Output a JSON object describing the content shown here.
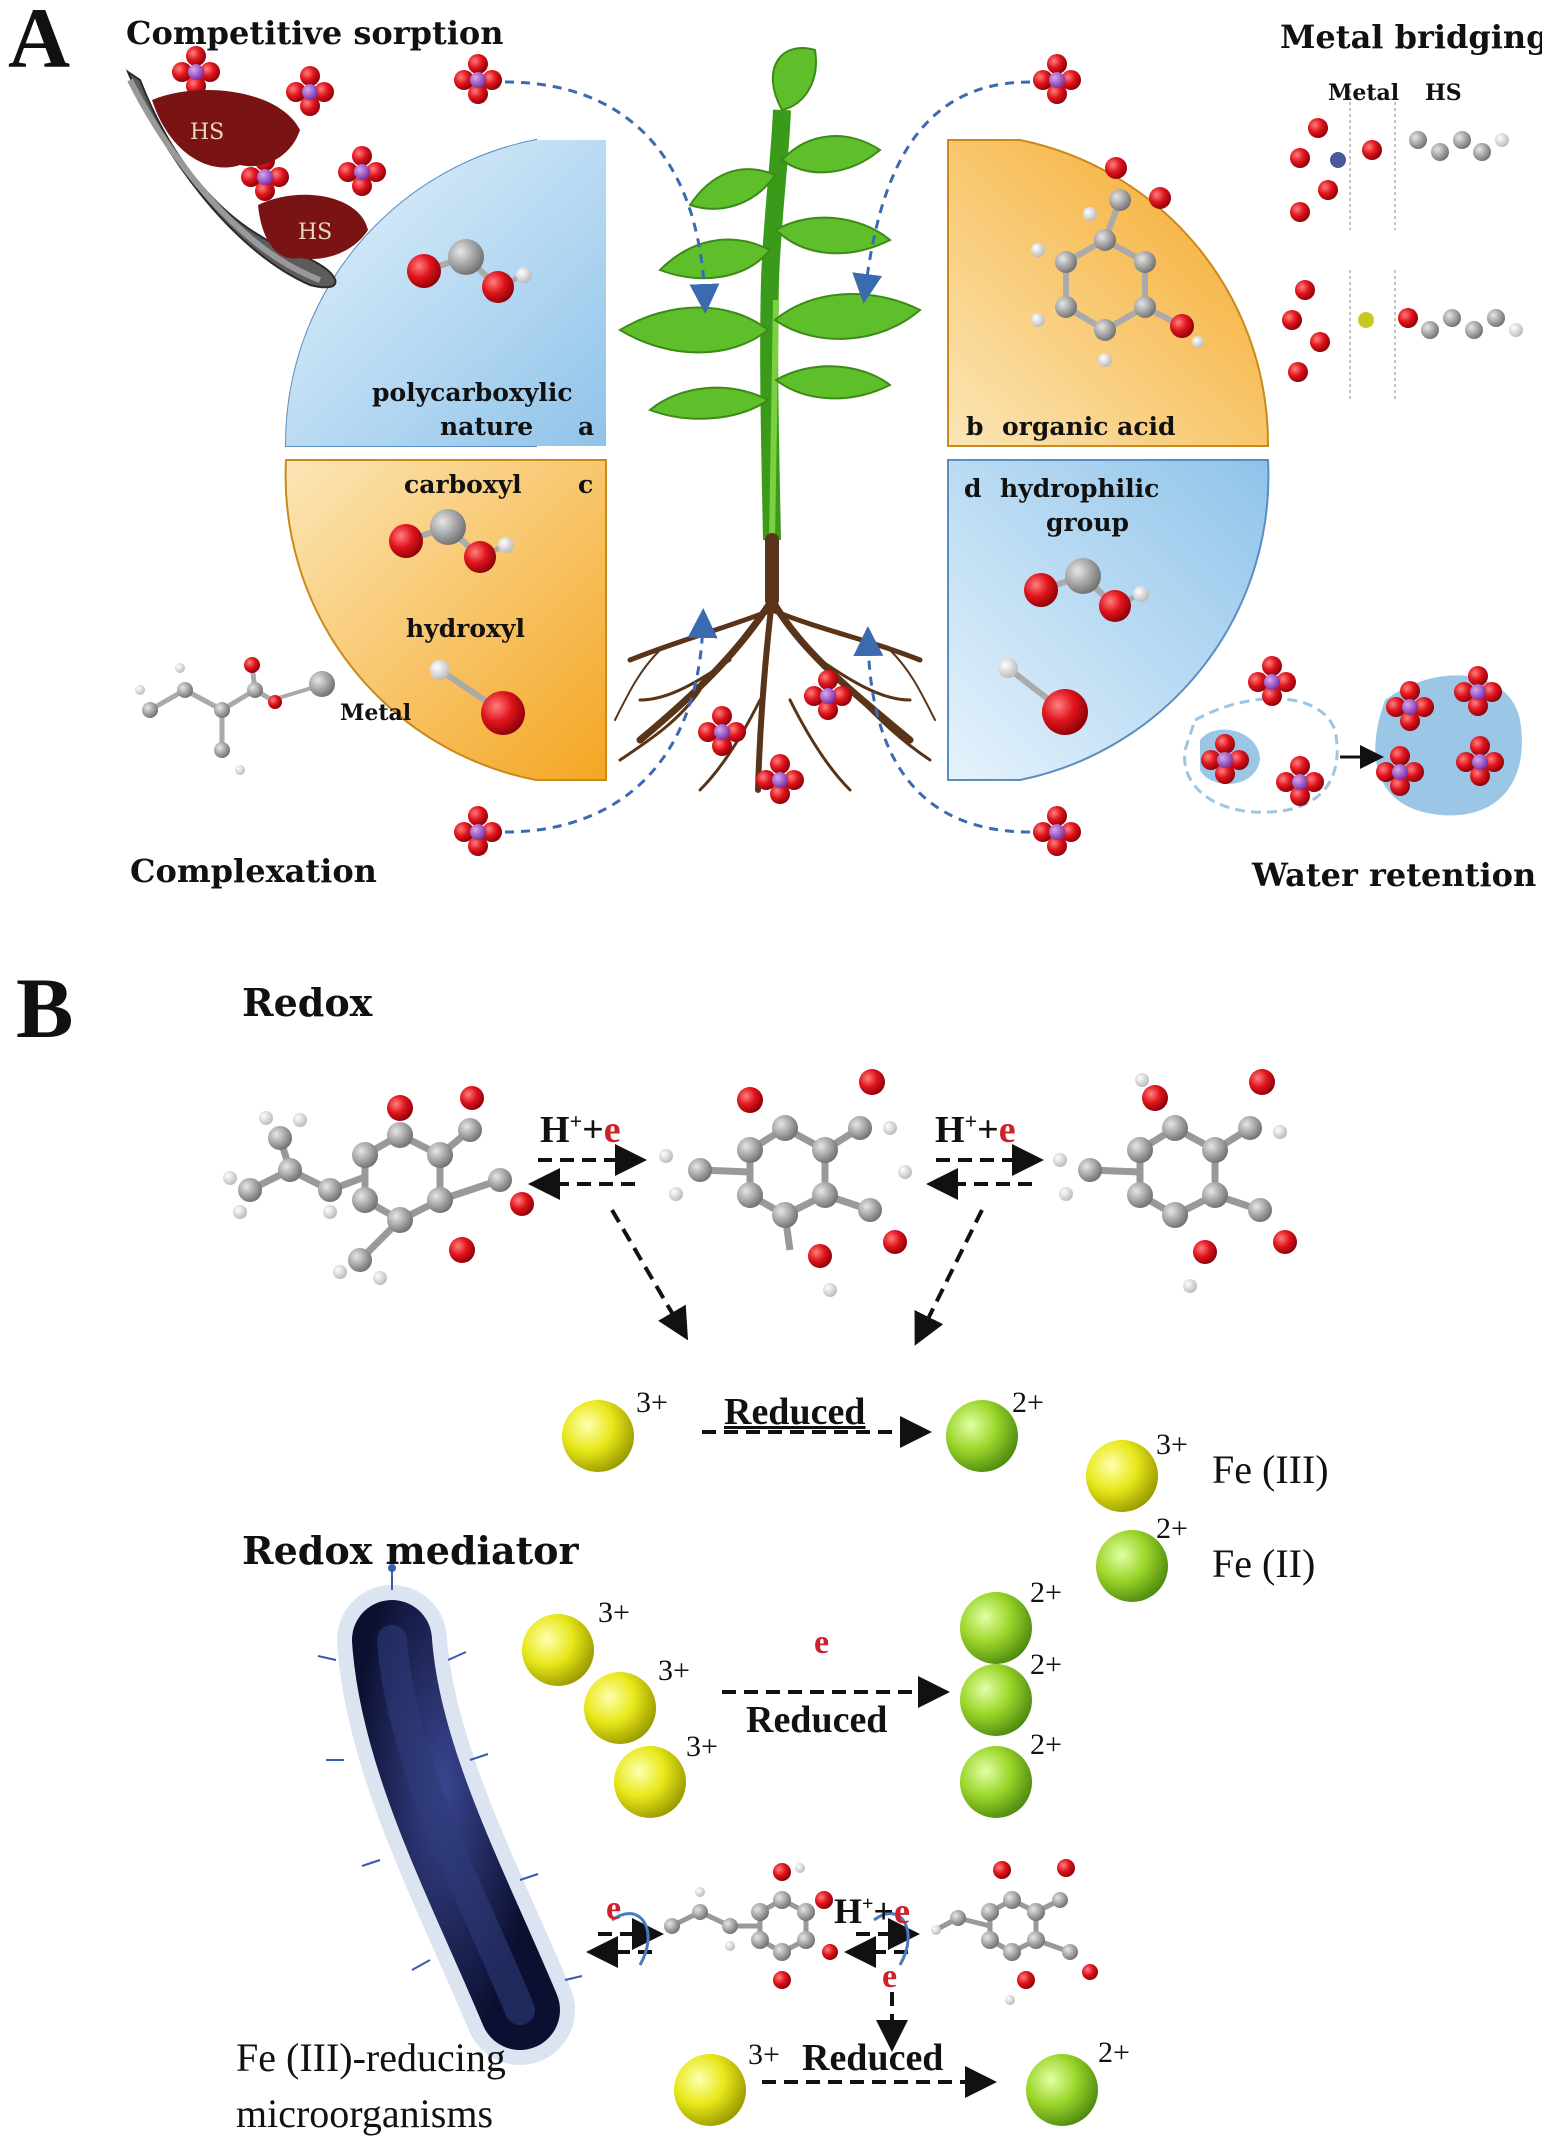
{
  "panels": {
    "A": {
      "letter": "A",
      "corners": {
        "top_left": "Competitive sorption",
        "top_right": "Metal bridging",
        "bottom_left": "Complexation",
        "bottom_right": "Water retention"
      },
      "hs_label_1": "HS",
      "hs_label_2": "HS",
      "metal_bridging_cols": {
        "metal": "Metal",
        "hs": "HS"
      },
      "complexation_metal": "Metal",
      "quadrants": {
        "a": {
          "letter": "a",
          "line1": "polycarboxylic",
          "line2": "nature"
        },
        "b": {
          "letter": "b",
          "text": "organic acid"
        },
        "c": {
          "letter": "c",
          "top": "carboxyl",
          "bottom": "hydroxyl"
        },
        "d": {
          "letter": "d",
          "line1": "hydrophilic",
          "line2": "group"
        }
      },
      "colors": {
        "blue_quadrant": "#bcdcf2",
        "orange_quadrant": "#f2b13a",
        "leaf": "#5fbf2a",
        "root": "#5a3418",
        "oxygen": "#e0141c",
        "carbon": "#9a9a9a"
      }
    },
    "B": {
      "letter": "B",
      "redox_title": "Redox",
      "mediator_title": "Redox mediator",
      "h_plus": "H",
      "plus_sup": "+",
      "plus_sign": "+",
      "e": "e",
      "reduced": "Reduced",
      "charge_3": "3+",
      "charge_2": "2+",
      "legend": {
        "fe3": "Fe (III)",
        "fe2": "Fe (II)"
      },
      "microbe_line1": "Fe (III)-reducing",
      "microbe_line2": "microorganisms",
      "colors": {
        "fe3": "#e8e81a",
        "fe2": "#9cd62a",
        "microbe": "#1c2358"
      }
    }
  }
}
